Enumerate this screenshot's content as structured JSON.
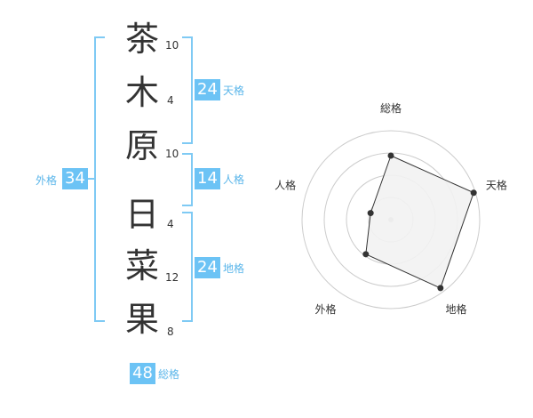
{
  "name": {
    "chars": [
      {
        "char": "茶",
        "strokes": "10"
      },
      {
        "char": "木",
        "strokes": "4"
      },
      {
        "char": "原",
        "strokes": "10"
      },
      {
        "char": "日",
        "strokes": "4"
      },
      {
        "char": "菜",
        "strokes": "12"
      },
      {
        "char": "果",
        "strokes": "8"
      }
    ]
  },
  "fortune": {
    "tenkaku": {
      "value": "24",
      "label": "天格"
    },
    "jinkaku": {
      "value": "14",
      "label": "人格"
    },
    "chikaku": {
      "value": "24",
      "label": "地格"
    },
    "gaikaku": {
      "value": "34",
      "label": "外格"
    },
    "soukaku": {
      "value": "48",
      "label": "総格"
    }
  },
  "chart_data": {
    "type": "radar",
    "axes": [
      "総格",
      "天格",
      "地格",
      "外格",
      "人格"
    ],
    "values": [
      0.72,
      0.98,
      0.95,
      0.48,
      0.24
    ],
    "rings": 4,
    "colors": {
      "fill": "#f2f2f2",
      "line": "#333333",
      "grid": "#cccccc",
      "accent": "#6cc3f5"
    }
  }
}
